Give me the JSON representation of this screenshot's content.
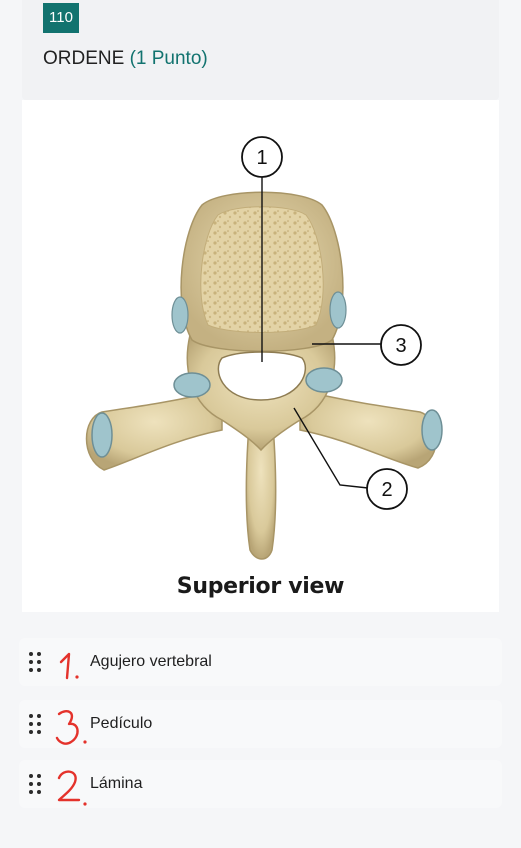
{
  "question": {
    "number": "110",
    "title": "ORDENE",
    "points": "(1 Punto)"
  },
  "figure": {
    "caption": "Superior view",
    "callouts": [
      "1",
      "3",
      "2"
    ]
  },
  "items": [
    {
      "label": "Agujero vertebral",
      "handwritten": "1."
    },
    {
      "label": "Pedículo",
      "handwritten": "3."
    },
    {
      "label": "Lámina",
      "handwritten": "2."
    }
  ],
  "colors": {
    "accent": "#12736f",
    "handwriting": "#e4322b",
    "bone": "#d9c99a"
  }
}
